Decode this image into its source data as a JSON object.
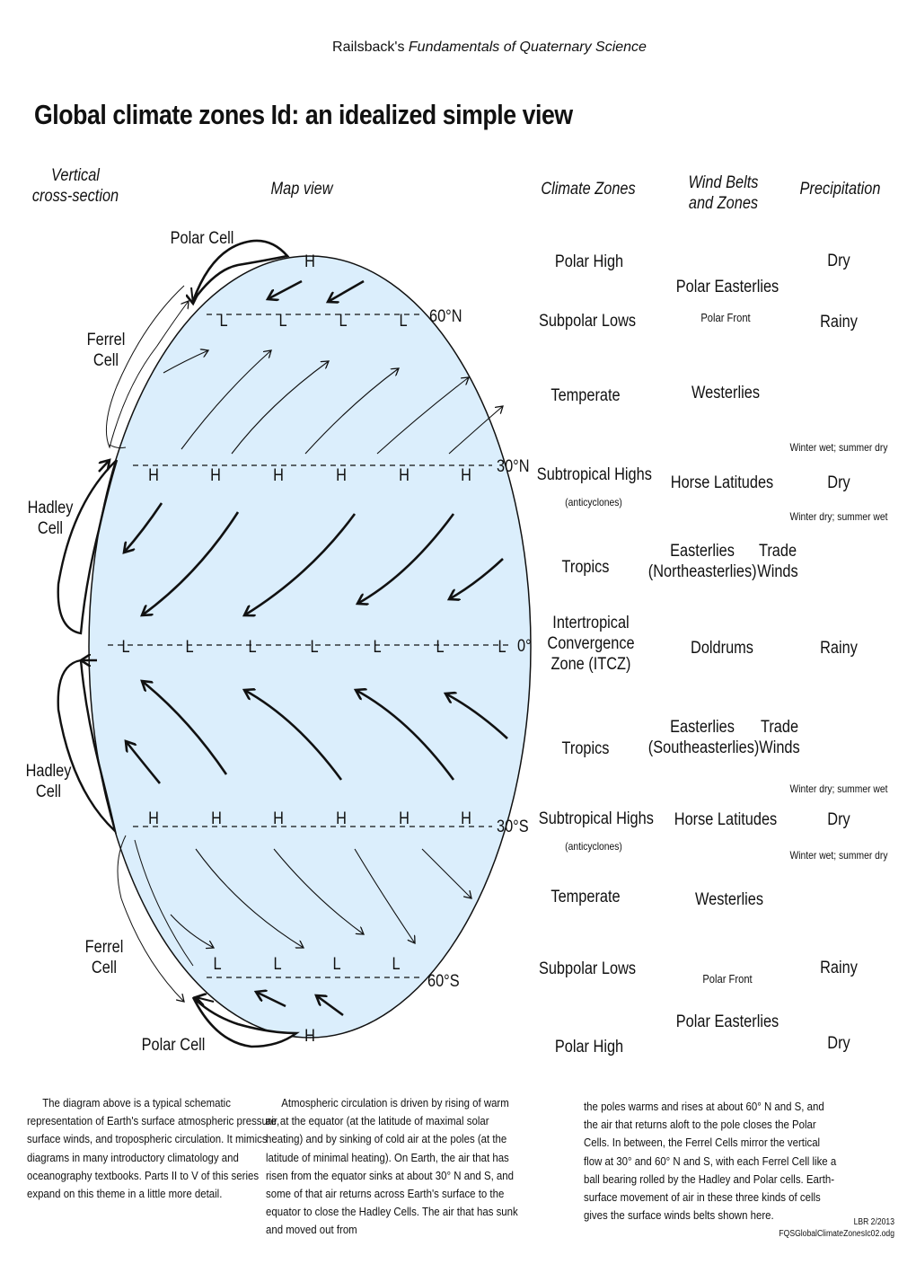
{
  "series": {
    "prefix": "Railsback's ",
    "book": "Fundamentals of Quaternary Science"
  },
  "title": "Global climate zones Id: an idealized simple view",
  "headers": {
    "vertical_line1": "Vertical",
    "vertical_line2": "cross-section",
    "map": "Map view",
    "zones": "Climate Zones",
    "wind_line1": "Wind Belts",
    "wind_line2": "and Zones",
    "precip": "Precipitation"
  },
  "cells": {
    "polar_n": "Polar Cell",
    "ferrel_n_1": "Ferrel",
    "ferrel_n_2": "Cell",
    "hadley_n_1": "Hadley",
    "hadley_n_2": "Cell",
    "hadley_s_1": "Hadley",
    "hadley_s_2": "Cell",
    "ferrel_s_1": "Ferrel",
    "ferrel_s_2": "Cell",
    "polar_s": "Polar Cell"
  },
  "latitudes": {
    "n60": "60°N",
    "n30": "30°N",
    "eq": "0°",
    "s30": "30°S",
    "s60": "60°S"
  },
  "pressure": {
    "high": "H",
    "low": "L"
  },
  "zones": {
    "polar_high_n": "Polar High",
    "subpolar_n": "Subpolar Lows",
    "temperate_n": "Temperate",
    "subtrop_n": "Subtropical Highs",
    "anticyclones_n": "(anticyclones)",
    "tropics_n": "Tropics",
    "itcz_1": "Intertropical",
    "itcz_2": "Convergence",
    "itcz_3": "Zone (ITCZ)",
    "tropics_s": "Tropics",
    "subtrop_s": "Subtropical Highs",
    "anticyclones_s": "(anticyclones)",
    "temperate_s": "Temperate",
    "subpolar_s": "Subpolar Lows",
    "polar_high_s": "Polar High"
  },
  "winds": {
    "polar_east_n": "Polar Easterlies",
    "polar_front_n": "Polar Front",
    "westerlies_n": "Westerlies",
    "horse_n": "Horse Latitudes",
    "ne_1": "Easterlies",
    "ne_2": "(Northeasterlies)",
    "trade_n_1": "Trade",
    "trade_n_2": "Winds",
    "doldrums": "Doldrums",
    "se_1": "Easterlies",
    "se_2": "(Southeasterlies)",
    "trade_s_1": "Trade",
    "trade_s_2": "Winds",
    "horse_s": "Horse Latitudes",
    "westerlies_s": "Westerlies",
    "polar_front_s": "Polar Front",
    "polar_east_s": "Polar Easterlies"
  },
  "precip": {
    "dry_polar_n": "Dry",
    "rainy_n": "Rainy",
    "ws_n_above": "Winter wet; summer dry",
    "dry_subtrop_n": "Dry",
    "ws_n_below": "Winter dry; summer wet",
    "rainy_eq": "Rainy",
    "ws_s_above": "Winter dry; summer wet",
    "dry_subtrop_s": "Dry",
    "ws_s_below": "Winter wet; summer dry",
    "rainy_s": "Rainy",
    "dry_polar_s": "Dry"
  },
  "paragraphs": {
    "p1": "The diagram above is a typical schematic representation of Earth's surface atmospheric pressure, surface winds, and tropospheric circulation.  It mimics diagrams in many introductory climatology and oceanography textbooks.  Parts II to V of this series expand on this theme in a little more detail.",
    "p2": "Atmospheric circulation is driven by rising of warm air at the equator (at the latitude of maximal solar heating) and by sinking of cold air at the poles (at the latitude of minimal heating).  On Earth, the air that has risen from the equator sinks at about 30° N and S, and some of that air returns across Earth's surface to the equator to close the Hadley Cells.  The air that has sunk and moved out from",
    "p3": "the poles warms and rises at about 60° N and S, and the air that returns aloft to the pole closes the Polar Cells.  In between, the Ferrel Cells mirror the vertical flow at 30° and 60° N and S, with each Ferrel Cell like a ball bearing rolled by the Hadley and Polar cells.  Earth-surface movement of air in these three kinds of cells gives the surface winds belts shown here."
  },
  "footer": {
    "code": "LBR 2/2013",
    "file": "FQSGlobalClimateZonesIc02.odg"
  },
  "colors": {
    "globe_fill": "#dbeefc",
    "line": "#111111"
  }
}
